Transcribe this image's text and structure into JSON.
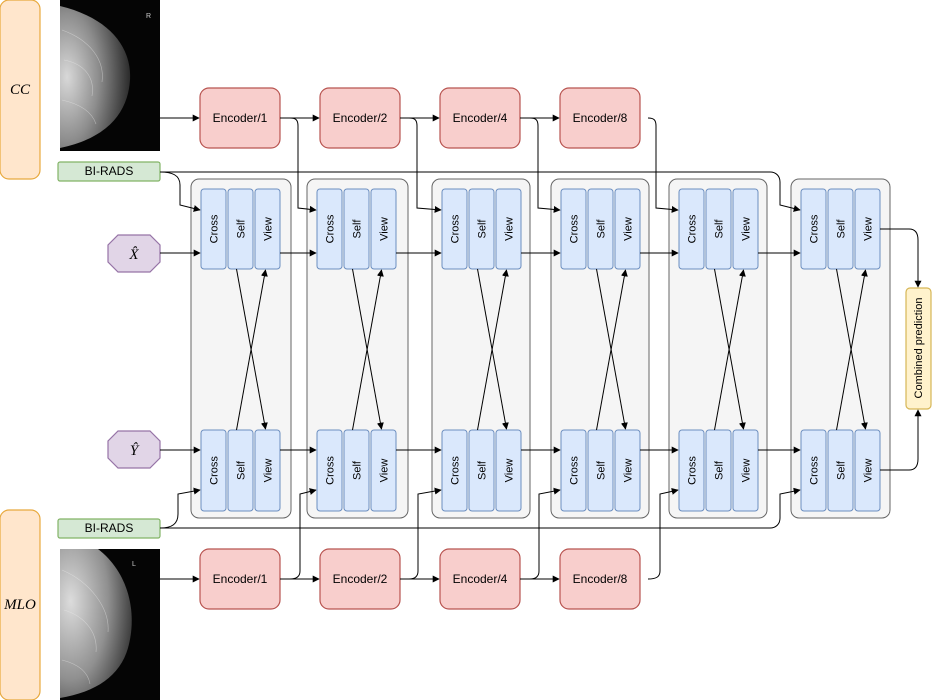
{
  "views": {
    "cc_label": "CC",
    "mlo_label": "MLO"
  },
  "birads_label": "BI-RADS",
  "inputs": {
    "x_hat": "X̂",
    "y_hat": "Ŷ"
  },
  "encoders": [
    "Encoder/1",
    "Encoder/2",
    "Encoder/4",
    "Encoder/8"
  ],
  "block_labels": [
    "Cross",
    "Self",
    "View"
  ],
  "combined_prediction": "Combined prediction",
  "colors": {
    "view_fill": "#ffe6cc",
    "view_stroke": "#e8a93e",
    "encoder_fill": "#f8cecc",
    "encoder_stroke": "#b85450",
    "birads_fill": "#d5e8d4",
    "birads_stroke": "#82b366",
    "input_fill": "#e1d5e7",
    "input_stroke": "#9673a6",
    "block_fill": "#dae8fc",
    "block_stroke": "#6c8ebf",
    "group_fill": "#f5f5f5",
    "group_stroke": "#666666",
    "combined_fill": "#fff2cc",
    "combined_stroke": "#d6b656"
  }
}
